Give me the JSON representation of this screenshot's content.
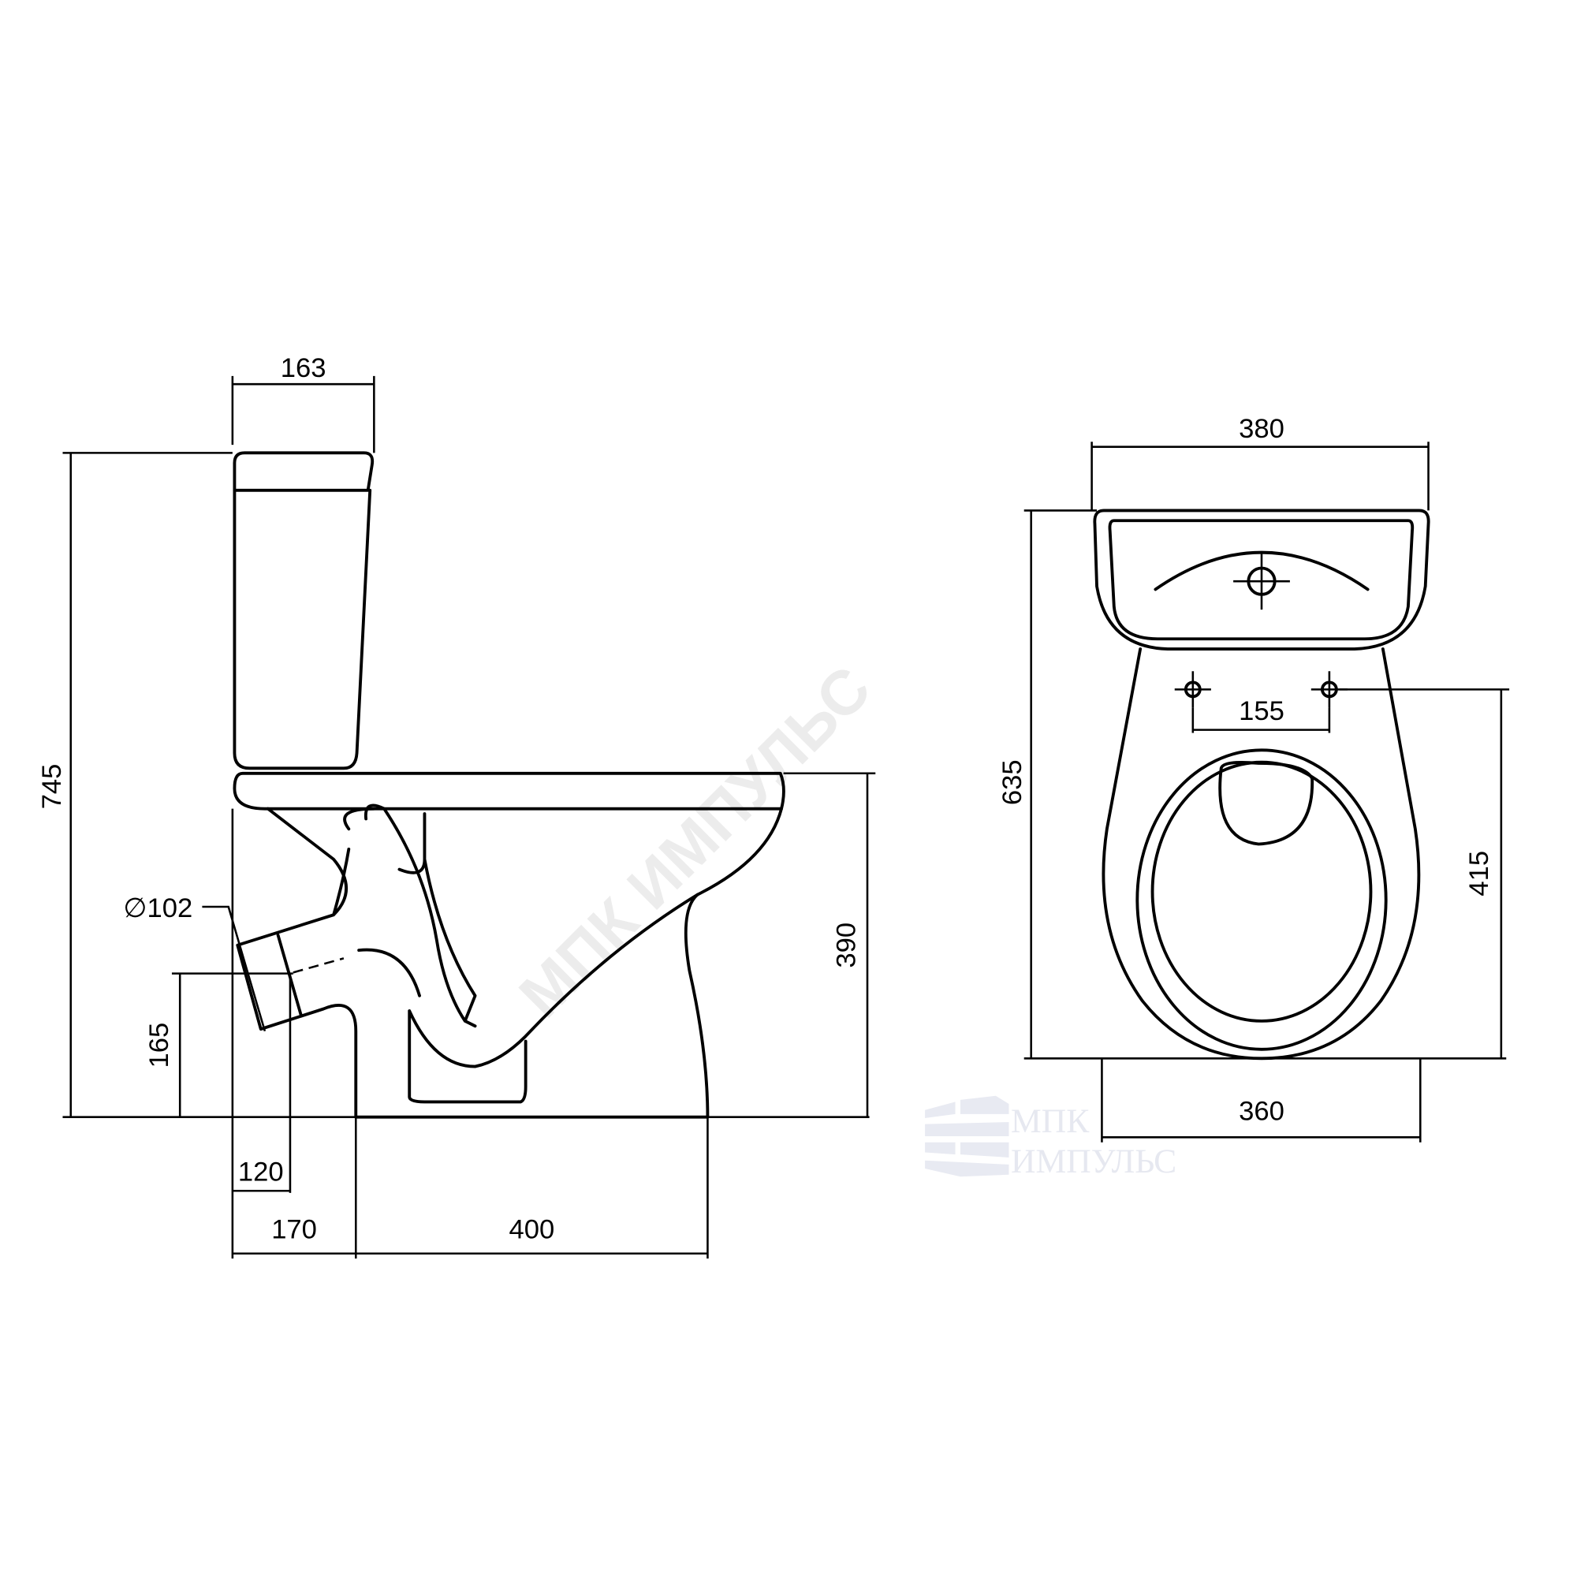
{
  "side_view": {
    "tank_depth": "163",
    "total_height": "745",
    "bowl_height": "390",
    "outlet_height": "165",
    "outlet_diameter": "∅102",
    "outlet_offset": "120",
    "rear_offset": "170",
    "base_length": "400"
  },
  "front_view": {
    "tank_width": "380",
    "total_depth": "635",
    "bolt_spacing": "155",
    "bolt_to_front": "415",
    "bowl_width": "360"
  },
  "watermark": {
    "diagonal_text": "МПК ИМПУЛЬС",
    "logo_line1": "МПК",
    "logo_line2": "ИМПУЛЬС"
  }
}
